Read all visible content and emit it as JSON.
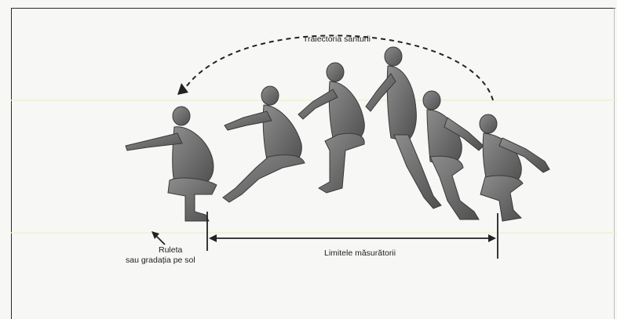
{
  "labels": {
    "trajectory": "Traiectoria săriturii",
    "tape_line1": "Ruleta",
    "tape_line2": "sau gradația pe sol",
    "measure_limits": "Limitele măsurătorii"
  }
}
